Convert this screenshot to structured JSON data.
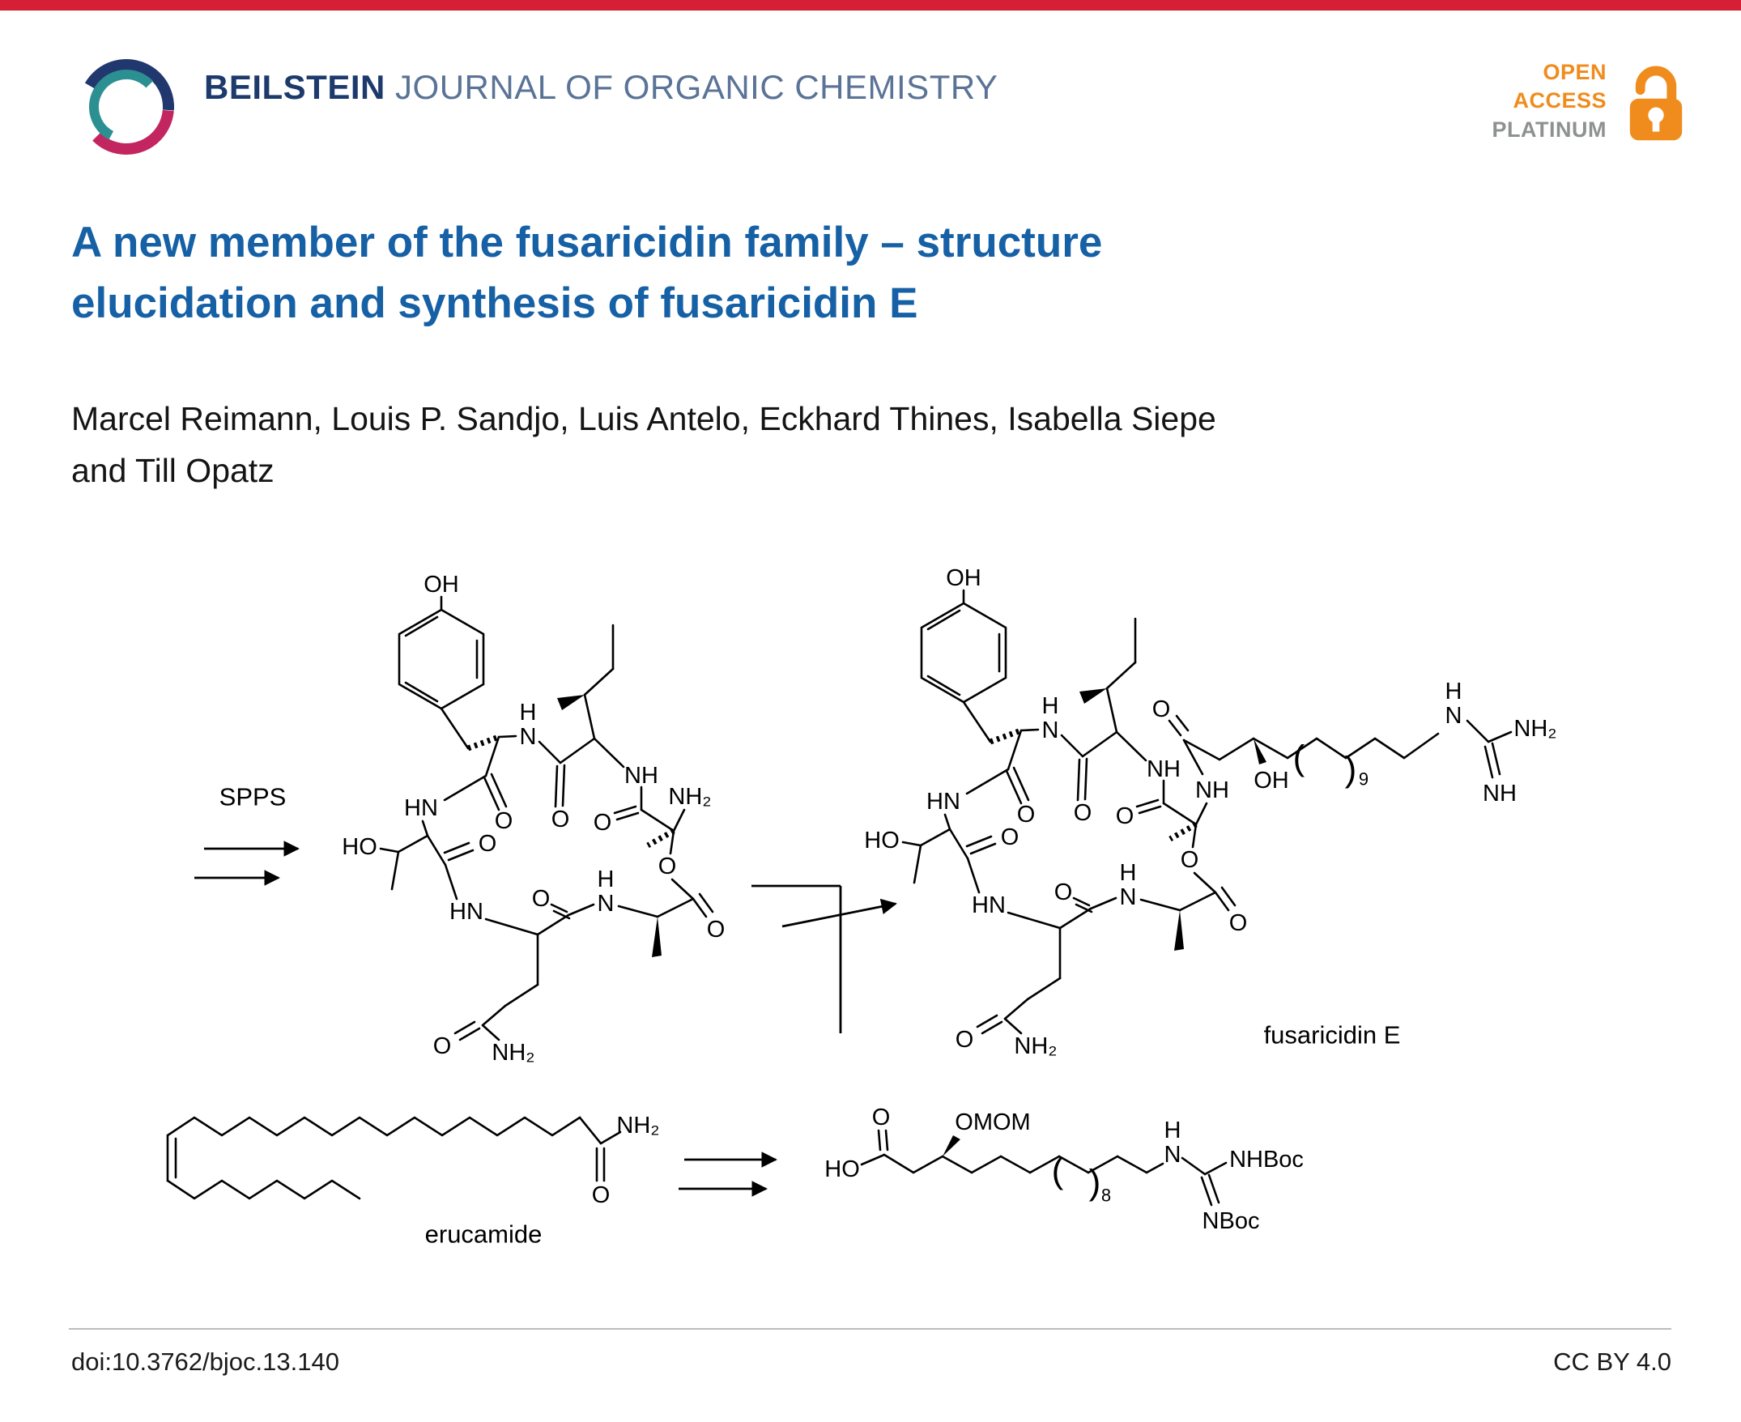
{
  "page": {
    "background": "#ffffff",
    "accent_red": "#d51f35",
    "title_blue": "#1660a5",
    "structure_color": "#000000"
  },
  "header": {
    "journal_bold": "BEILSTEIN",
    "journal_rest": "JOURNAL OF ORGANIC CHEMISTRY",
    "brand_navy": "#1d3a6d",
    "brand_slate": "#5a7396",
    "logo_colors": {
      "navy": "#21386e",
      "teal": "#2c8f92",
      "crimson": "#c2255f"
    },
    "open_access": {
      "line1": "OPEN",
      "line2": "ACCESS",
      "line3": "PLATINUM",
      "orange": "#f08c1d",
      "gray": "#8e9192"
    }
  },
  "article": {
    "title_line1": "A new member of the fusaricidin family – structure",
    "title_line2": "elucidation and synthesis of fusaricidin E",
    "authors_line1": "Marcel Reimann, Louis P. Sandjo, Luis Antelo, Eckhard Thines, Isabella Siepe",
    "authors_line2": "and Till Opatz"
  },
  "scheme": {
    "spps": "SPPS",
    "product": "fusaricidin E",
    "erucamide": "erucamide",
    "labels": {
      "O": "O",
      "OH": "OH",
      "HO": "HO",
      "H": "H",
      "N": "N",
      "NH": "NH",
      "HN": "HN",
      "NH2": "NH₂",
      "OMOM": "OMOM",
      "NHBoc": "NHBoc",
      "NBoc": "NBoc",
      "sub9": "9",
      "sub8": "8",
      "paren_l": "(",
      "paren_r": ")"
    }
  },
  "footer": {
    "doi": "doi:10.3762/bjoc.13.140",
    "license": "CC BY 4.0"
  }
}
